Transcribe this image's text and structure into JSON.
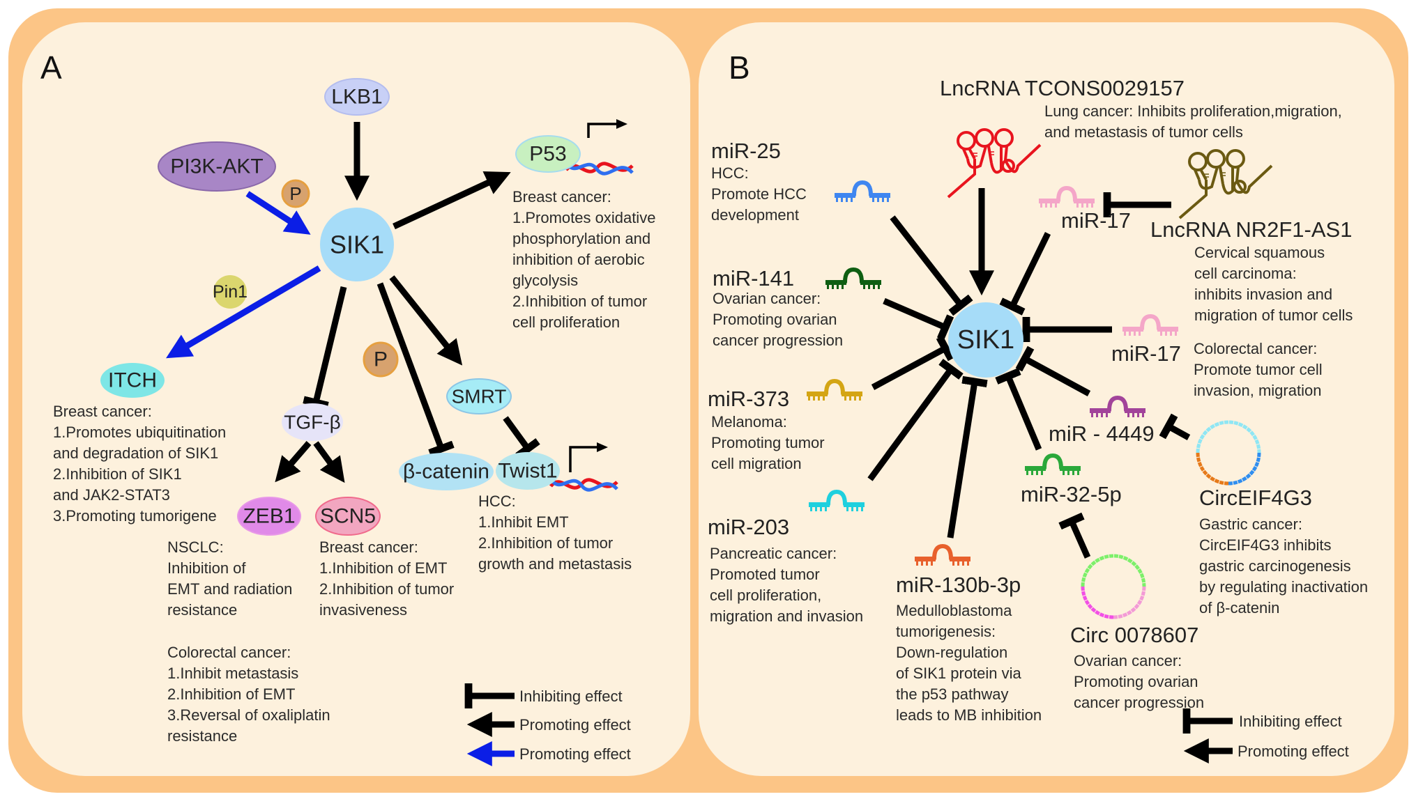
{
  "figure": {
    "panel_a": {
      "letter": "A",
      "nodes": {
        "lkb1": "LKB1",
        "pi3k_akt": "PI3K-AKT",
        "phospho_1": "P",
        "sik1": "SIK1",
        "p53": "P53",
        "pin1": "Pin1",
        "itch": "ITCH",
        "tgf_beta": "TGF-β",
        "phospho_2": "P",
        "smrt": "SMRT",
        "beta_catenin": "β-catenin",
        "twist1": "Twist1",
        "zeb1": "ZEB1",
        "scn5": "SCN5"
      },
      "notes": {
        "p53": [
          "Breast cancer:",
          "1.Promotes oxidative",
          "phosphorylation and",
          "inhibition of aerobic",
          "glycolysis",
          "2.Inhibition of tumor",
          "cell proliferation"
        ],
        "itch": [
          "Breast cancer:",
          "1.Promotes ubiquitination",
          "and degradation of SIK1",
          "2.Inhibition of SIK1",
          "and JAK2-STAT3",
          "3.Promoting tumorigene"
        ],
        "zeb1": [
          "NSCLC:",
          "Inhibition of",
          "EMT and radiation",
          "resistance"
        ],
        "scn5": [
          "Breast cancer:",
          "1.Inhibition of EMT",
          "2.Inhibition of tumor",
          "invasiveness"
        ],
        "twist1": [
          "HCC:",
          "1.Inhibit EMT",
          "2.Inhibition of tumor",
          "growth and metastasis"
        ],
        "colorectal": [
          "Colorectal cancer:",
          "1.Inhibit metastasis",
          "2.Inhibition of EMT",
          "3.Reversal of oxaliplatin",
          "resistance"
        ]
      },
      "legend": [
        {
          "type": "inhibiting",
          "color": "#000000",
          "label": "Inhibiting effect"
        },
        {
          "type": "promoting",
          "color": "#000000",
          "label": "Promoting effect"
        },
        {
          "type": "promoting",
          "color": "#0b1ee6",
          "label": "Promoting effect"
        }
      ]
    },
    "panel_b": {
      "letter": "B",
      "center": "SIK1",
      "regulators": {
        "lnc_tcons": {
          "name": "LncRNA TCONS0029157",
          "color": "#e8141e",
          "notes": [
            "Lung cancer: Inhibits proliferation,migration,",
            "and metastasis of tumor cells"
          ]
        },
        "lnc_nr2f1": {
          "name": "LncRNA NR2F1-AS1",
          "color": "#6b5a12",
          "notes": [
            "Cervical squamous",
            "cell carcinoma:",
            "inhibits invasion and",
            "migration of tumor cells"
          ]
        },
        "mir25": {
          "name": "miR-25",
          "color": "#3f86f0",
          "notes": [
            "HCC:",
            "Promote HCC",
            "development"
          ]
        },
        "mir17_top": {
          "name": "miR-17",
          "color": "#f4a6c8"
        },
        "mir141": {
          "name": "miR-141",
          "color": "#0e5e12",
          "notes": [
            "Ovarian cancer:",
            "Promoting ovarian",
            "cancer progression"
          ]
        },
        "mir17_right": {
          "name": "miR-17",
          "color": "#f4a6c8",
          "notes": [
            "Colorectal cancer:",
            "Promote tumor cell",
            "invasion, migration"
          ]
        },
        "mir373": {
          "name": "miR-373",
          "color": "#d4a514",
          "notes": [
            "Melanoma:",
            "Promoting tumor",
            "cell migration"
          ]
        },
        "mir4449": {
          "name": "miR - 4449",
          "color": "#a2449a"
        },
        "mir203": {
          "name": "miR-203",
          "color": "#1fd0de",
          "notes": [
            "Pancreatic cancer:",
            "Promoted tumor",
            "cell proliferation,",
            "migration and invasion"
          ]
        },
        "mir130b": {
          "name": "miR-130b-3p",
          "color": "#e8602c",
          "notes": [
            "Medulloblastoma",
            "tumorigenesis:",
            "Down-regulation",
            "of SIK1 protein via",
            "the p53 pathway",
            "leads to MB inhibition"
          ]
        },
        "mir32": {
          "name": "miR-32-5p",
          "color": "#2aa83a"
        },
        "circ0078607": {
          "name": "Circ 0078607",
          "colors": [
            "#7cf06a",
            "#f39ad6",
            "#f250e6"
          ],
          "notes": [
            "Ovarian cancer:",
            "Promoting ovarian",
            "cancer progression"
          ]
        },
        "circeif4g3": {
          "name": "CircEIF4G3",
          "colors": [
            "#8fe6f4",
            "#2f8ef0",
            "#e67a1a"
          ],
          "notes": [
            "Gastric cancer:",
            "CircEIF4G3 inhibits",
            "gastric carcinogenesis",
            "by regulating inactivation",
            "of β-catenin"
          ]
        }
      },
      "legend": [
        {
          "type": "inhibiting",
          "color": "#000000",
          "label": "Inhibiting effect"
        },
        {
          "type": "promoting",
          "color": "#000000",
          "label": "Promoting effect"
        }
      ]
    },
    "colors": {
      "frame": "#fcc586",
      "panel_bg": "#fdf1dd",
      "sik1": "#a6dcf8",
      "lkb1": "#c8d0f6",
      "pi3k_akt": "#a886c6",
      "phospho": "#d7a26e",
      "p53": "#c8f0c0",
      "pin1": "#dbd66e",
      "itch": "#7ee6e6",
      "tgf_beta": "#e6e4f8",
      "smrt": "#a6ecf6",
      "beta_catenin": "#b2e2f4",
      "twist1": "#b6e6ec",
      "zeb1": "#e08ae8",
      "scn5": "#f2a6c0"
    }
  }
}
